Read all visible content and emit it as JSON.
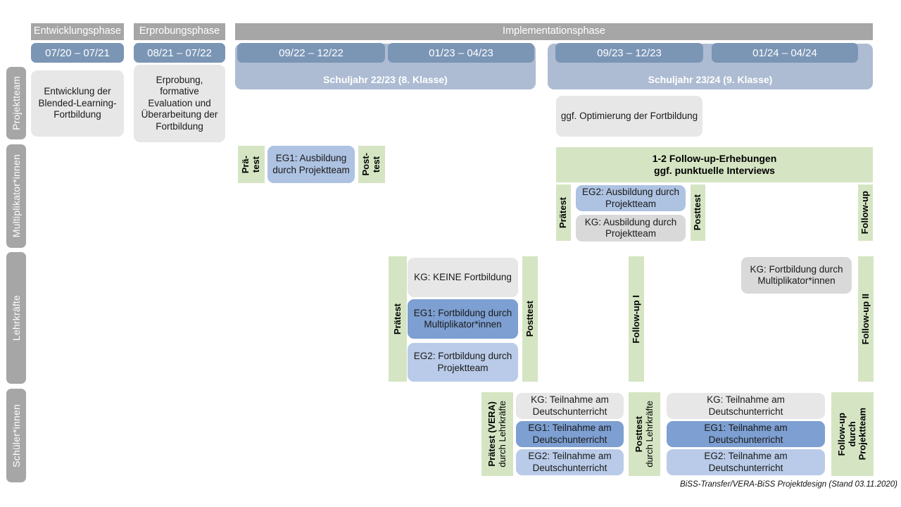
{
  "footer": {
    "note": "BiSS-Transfer/VERA-BiSS Projektdesign (Stand 03.11.2020)"
  },
  "phases": [
    {
      "id": "entwicklung",
      "label": "Entwicklungsphase"
    },
    {
      "id": "erprobung",
      "label": "Erprobungsphase"
    },
    {
      "id": "implementation",
      "label": "Implementationsphase"
    }
  ],
  "date_chips": [
    {
      "id": "d1",
      "label": "07/20 – 07/21"
    },
    {
      "id": "d2",
      "label": "08/21 – 07/22"
    },
    {
      "id": "d3",
      "label": "09/22 – 12/22"
    },
    {
      "id": "d4",
      "label": "01/23 – 04/23"
    },
    {
      "id": "d5",
      "label": "09/23 – 12/23"
    },
    {
      "id": "d6",
      "label": "01/24 – 04/24"
    }
  ],
  "school_years": [
    {
      "id": "sy2223",
      "label": "Schuljahr 22/23 (8. Klasse)"
    },
    {
      "id": "sy2324",
      "label": "Schuljahr 23/24 (9. Klasse)"
    }
  ],
  "actors": [
    {
      "id": "projektteam",
      "label": "Projektteam"
    },
    {
      "id": "multiplikatorinnen",
      "label": "Multiplikator*innen"
    },
    {
      "id": "lehrkraefte",
      "label": "Lehrkräfte"
    },
    {
      "id": "schuelerinnen",
      "label": "Schüler*innen"
    }
  ],
  "projektteam_row": {
    "boxes": [
      {
        "id": "pt1",
        "text": "Entwicklung der Blended-Learning-Fortbildung"
      },
      {
        "id": "pt2",
        "text": "Erprobung, formative Evaluation und Überarbeitung der Fortbildung"
      },
      {
        "id": "pt3",
        "text": "ggf. Optimierung der Fortbildung"
      }
    ]
  },
  "multiplikator_row": {
    "pretest_early_line1": "Prä-",
    "pretest_early_line2": "test",
    "posttest_early_line1": "Post-",
    "posttest_early_line2": "test",
    "eg1_box": "EG1: Ausbildung durch Projektteam",
    "followup_banner_line1": "1-2 Follow-up-Erhebungen",
    "followup_banner_line2": "ggf. punktuelle Interviews",
    "pretest_late": "Prätest",
    "posttest_late": "Posttest",
    "followup_late": "Follow-up",
    "eg2_box": "EG2: Ausbildung durch Projektteam",
    "kg_box": "KG: Ausbildung durch Projektteam"
  },
  "lehrkraefte_row": {
    "pretest": "Prätest",
    "posttest": "Posttest",
    "followup_1": "Follow-up I",
    "followup_2": "Follow-up II",
    "boxes": [
      {
        "id": "lk_kg",
        "text": "KG:  KEINE Fortbildung"
      },
      {
        "id": "lk_eg1",
        "text": "EG1: Fortbildung durch Multiplikator*innen"
      },
      {
        "id": "lk_eg2",
        "text": "EG2: Fortbildung durch Projektteam"
      },
      {
        "id": "lk_kg2",
        "text": "KG: Fortbildung durch Multiplikator*innen"
      }
    ]
  },
  "schueler_row": {
    "pretest_main": "Prätest (VERA)",
    "pretest_sub": "durch Lehrkräfte",
    "posttest_main": "Posttest",
    "posttest_sub": "durch Lehrkräfte",
    "followup_main": "Follow-up",
    "followup_sub_line1": "durch",
    "followup_sub_line2": "Projektteam",
    "block_a": [
      {
        "id": "s_kg_a",
        "text": "KG: Teilnahme am Deutschunterricht"
      },
      {
        "id": "s_eg1_a",
        "text": "EG1: Teilnahme am Deutschunterricht"
      },
      {
        "id": "s_eg2_a",
        "text": "EG2: Teilnahme am Deutschunterricht"
      }
    ],
    "block_b": [
      {
        "id": "s_kg_b",
        "text": "KG: Teilnahme am Deutschunterricht"
      },
      {
        "id": "s_eg1_b",
        "text": "EG1: Teilnahme am Deutschunterricht"
      },
      {
        "id": "s_eg2_b",
        "text": "EG2: Teilnahme am Deutschunterricht"
      }
    ]
  },
  "colors": {
    "header_gray": "#a6a6a6",
    "date_blue": "#7b95b5",
    "year_band_blue": "#adbcd2",
    "box_gray": "#e7e7e7",
    "blue_dark": "#7d9fd1",
    "blue_mid": "#aec2e2",
    "blue_light": "#b9cbe8",
    "green": "#d5e5c3"
  }
}
